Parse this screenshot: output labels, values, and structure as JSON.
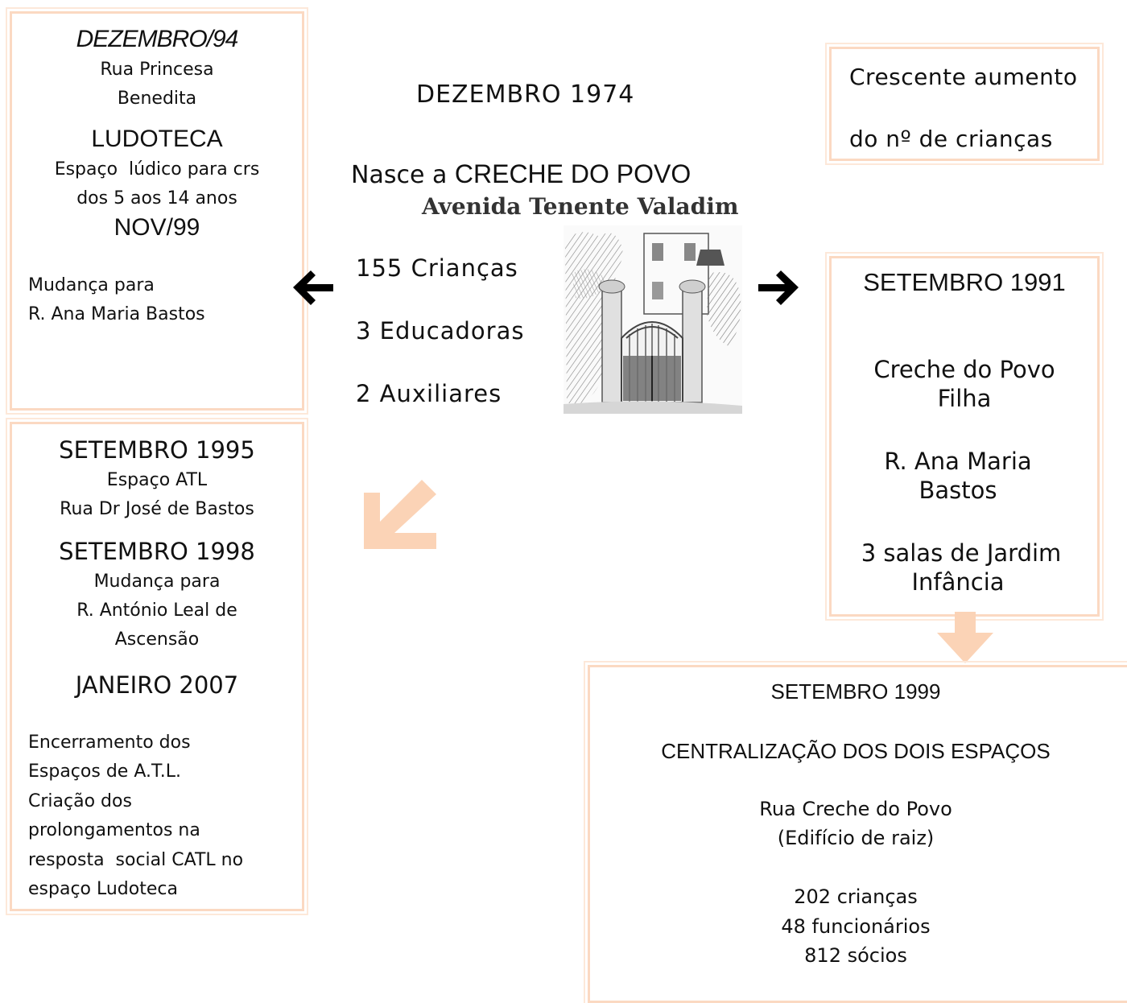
{
  "left_top": {
    "date": "DEZEMBRO/94",
    "street_l1": "Rua Princesa",
    "street_l2": "Benedita",
    "heading": "LUDOTECA",
    "desc_l1": "Espaço  lúdico para crs",
    "desc_l2": "dos 5 aos 14 anos",
    "date2": "NOV/99",
    "move_l1": "Mudança para",
    "move_l2": "R. Ana Maria Bastos"
  },
  "center": {
    "date": "DEZEMBRO 1974",
    "born_prefix": "Nasce a ",
    "born_name": "CRECHE DO POVO",
    "street": "Avenida Tenente Valadim",
    "stats": [
      "155 Crianças",
      "3 Educadoras",
      "2 Auxiliares"
    ]
  },
  "right_top": {
    "line1": "Crescente aumento",
    "line2": "do nº de crianças"
  },
  "right_mid": {
    "date": "SETEMBRO 1991",
    "name_l1": "Creche do Povo",
    "name_l2": "Filha",
    "addr_l1": "R. Ana Maria",
    "addr_l2": "Bastos",
    "rooms_l1": "3 salas de Jardim",
    "rooms_l2": "Infância"
  },
  "left_bottom": {
    "date1": "SETEMBRO 1995",
    "atl": "Espaço ATL",
    "atl_street": "Rua Dr José de Bastos",
    "date2": "SETEMBRO 1998",
    "move_l1": "Mudança para",
    "move_l2": "R. António Leal de",
    "move_l3": "Ascensão",
    "date3": "JANEIRO 2007",
    "end_l1": "Encerramento dos",
    "end_l2": "Espaços de A.T.L.",
    "end_l3": "Criação dos",
    "end_l4": "prolongamentos na",
    "end_l5": "resposta  social CATL no",
    "end_l6": "espaço Ludoteca"
  },
  "bottom_right": {
    "date": "SETEMBRO 1999",
    "heading": "CENTRALIZAÇÃO DOS DOIS ESPAÇOS",
    "street": "Rua Creche do Povo",
    "street_note": "(Edifício de raiz)",
    "children": "202 crianças",
    "staff": "48 funcionários",
    "members": "812 sócios"
  },
  "colors": {
    "box_border": "#fbd9c2",
    "box_outline": "#fde8d9",
    "big_arrow": "#fbd3b6",
    "arrow_black": "#000000"
  },
  "icons": {
    "left_arrow": "left-arrow-icon",
    "right_arrow": "right-arrow-icon",
    "diagonal_arrow": "down-left-arrow-icon",
    "down_arrow": "down-arrow-icon"
  }
}
